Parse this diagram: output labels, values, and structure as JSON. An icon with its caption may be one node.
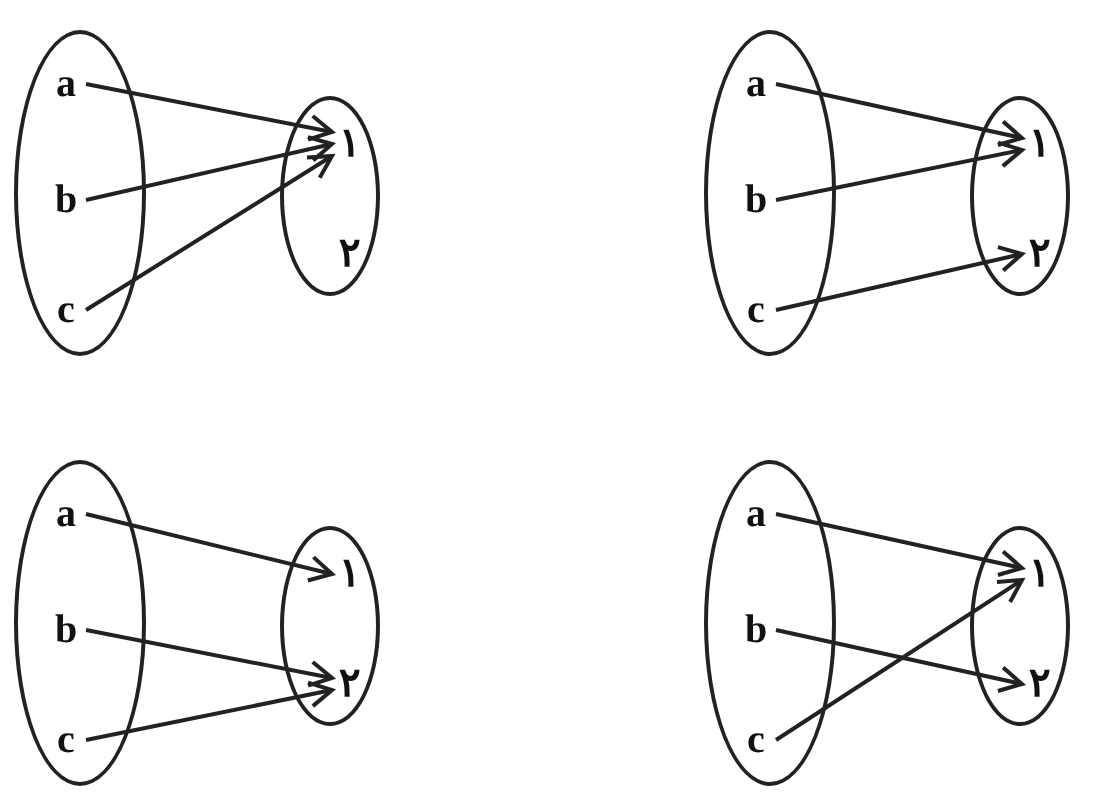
{
  "diagram": {
    "nodes": [
      {
        "text": [],
        "shape": "ellipse"
      },
      {
        "text": [
          "a"
        ],
        "in": 0
      },
      {
        "text": [
          "b"
        ],
        "in": 0
      },
      {
        "text": [
          "c"
        ],
        "in": 0
      },
      {
        "text": [],
        "shape": "ellipse"
      },
      {
        "text": [
          "١"
        ],
        "in": 4
      },
      {
        "text": [
          "٢"
        ],
        "in": 4
      },
      {
        "text": [],
        "shape": "ellipse"
      },
      {
        "text": [
          "a"
        ],
        "in": 7
      },
      {
        "text": [
          "b"
        ],
        "in": 7
      },
      {
        "text": [
          "c"
        ],
        "in": 7
      },
      {
        "text": [],
        "shape": "ellipse"
      },
      {
        "text": [
          "١"
        ],
        "in": 11
      },
      {
        "text": [
          "٢"
        ],
        "in": 11
      },
      {
        "text": [],
        "shape": "ellipse"
      },
      {
        "text": [
          "a"
        ],
        "in": 14
      },
      {
        "text": [
          "b"
        ],
        "in": 14
      },
      {
        "text": [
          "c"
        ],
        "in": 14
      },
      {
        "text": [],
        "shape": "ellipse"
      },
      {
        "text": [
          "١"
        ],
        "in": 18
      },
      {
        "text": [
          "٢"
        ],
        "in": 18
      },
      {
        "text": [],
        "shape": "ellipse"
      },
      {
        "text": [
          "a"
        ],
        "in": 21
      },
      {
        "text": [
          "b"
        ],
        "in": 21
      },
      {
        "text": [
          "c"
        ],
        "in": 21
      },
      {
        "text": [],
        "shape": "ellipse"
      },
      {
        "text": [
          "١"
        ],
        "in": 25
      },
      {
        "text": [
          "٢"
        ],
        "in": 25
      }
    ],
    "edges": [
      {
        "from": 1,
        "to": 5,
        "arrow": "to"
      },
      {
        "from": 2,
        "to": 5,
        "arrow": "to"
      },
      {
        "from": 3,
        "to": 5,
        "arrow": "to"
      },
      {
        "from": 8,
        "to": 12,
        "arrow": "to"
      },
      {
        "from": 9,
        "to": 12,
        "arrow": "to"
      },
      {
        "from": 10,
        "to": 13,
        "arrow": "to"
      },
      {
        "from": 15,
        "to": 19,
        "arrow": "to"
      },
      {
        "from": 16,
        "to": 20,
        "arrow": "to"
      },
      {
        "from": 17,
        "to": 20,
        "arrow": "to"
      },
      {
        "from": 22,
        "to": 26,
        "arrow": "to"
      },
      {
        "from": 23,
        "to": 27,
        "arrow": "to"
      },
      {
        "from": 24,
        "to": 26,
        "arrow": "to"
      }
    ]
  }
}
